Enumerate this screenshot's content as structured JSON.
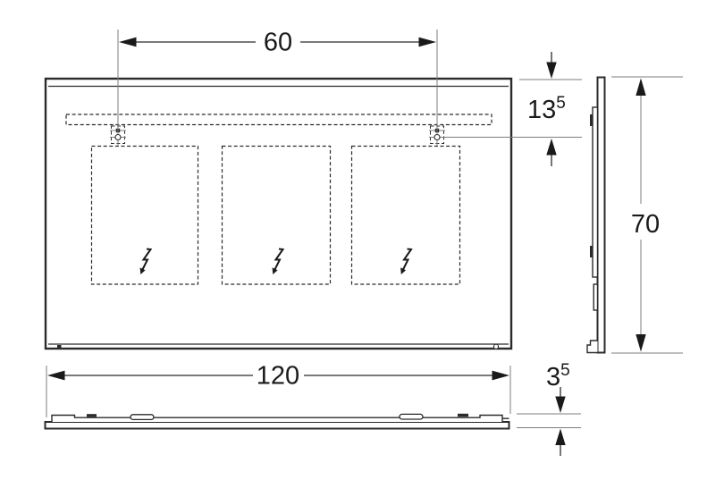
{
  "drawing": {
    "dimensions": {
      "mounting_width": "60",
      "total_width": "120",
      "height": "70",
      "top_offset": {
        "main": "13",
        "sup": "5"
      },
      "thickness": {
        "main": "3",
        "sup": "5"
      }
    },
    "colors": {
      "line": "#2b2b2b",
      "dim": "#7d7d7d",
      "text": "#1a1a1a",
      "bg": "#ffffff"
    }
  }
}
